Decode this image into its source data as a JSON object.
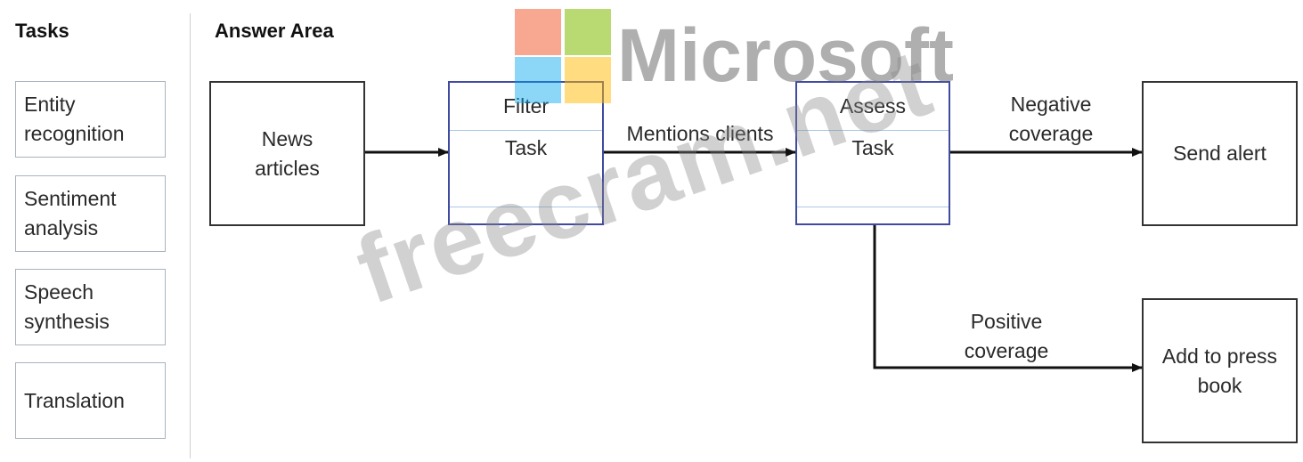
{
  "headings": {
    "tasks": "Tasks",
    "answer_area": "Answer Area"
  },
  "tasks": [
    {
      "label": "Entity recognition"
    },
    {
      "label": "Sentiment analysis"
    },
    {
      "label": "Speech synthesis"
    },
    {
      "label": "Translation"
    }
  ],
  "flow": {
    "news": "News articles",
    "filter": {
      "title": "Filter",
      "slot": "Task"
    },
    "assess": {
      "title": "Assess",
      "slot": "Task"
    },
    "mentions": "Mentions clients",
    "negative": "Negative coverage",
    "positive": "Positive coverage",
    "send_alert": "Send alert",
    "press_book": "Add to press book"
  },
  "watermark": {
    "brand": "Microsoft",
    "site": "freecram.net",
    "logo_colors": [
      "#f25022",
      "#7fba00",
      "#00a4ef",
      "#ffb900"
    ]
  }
}
